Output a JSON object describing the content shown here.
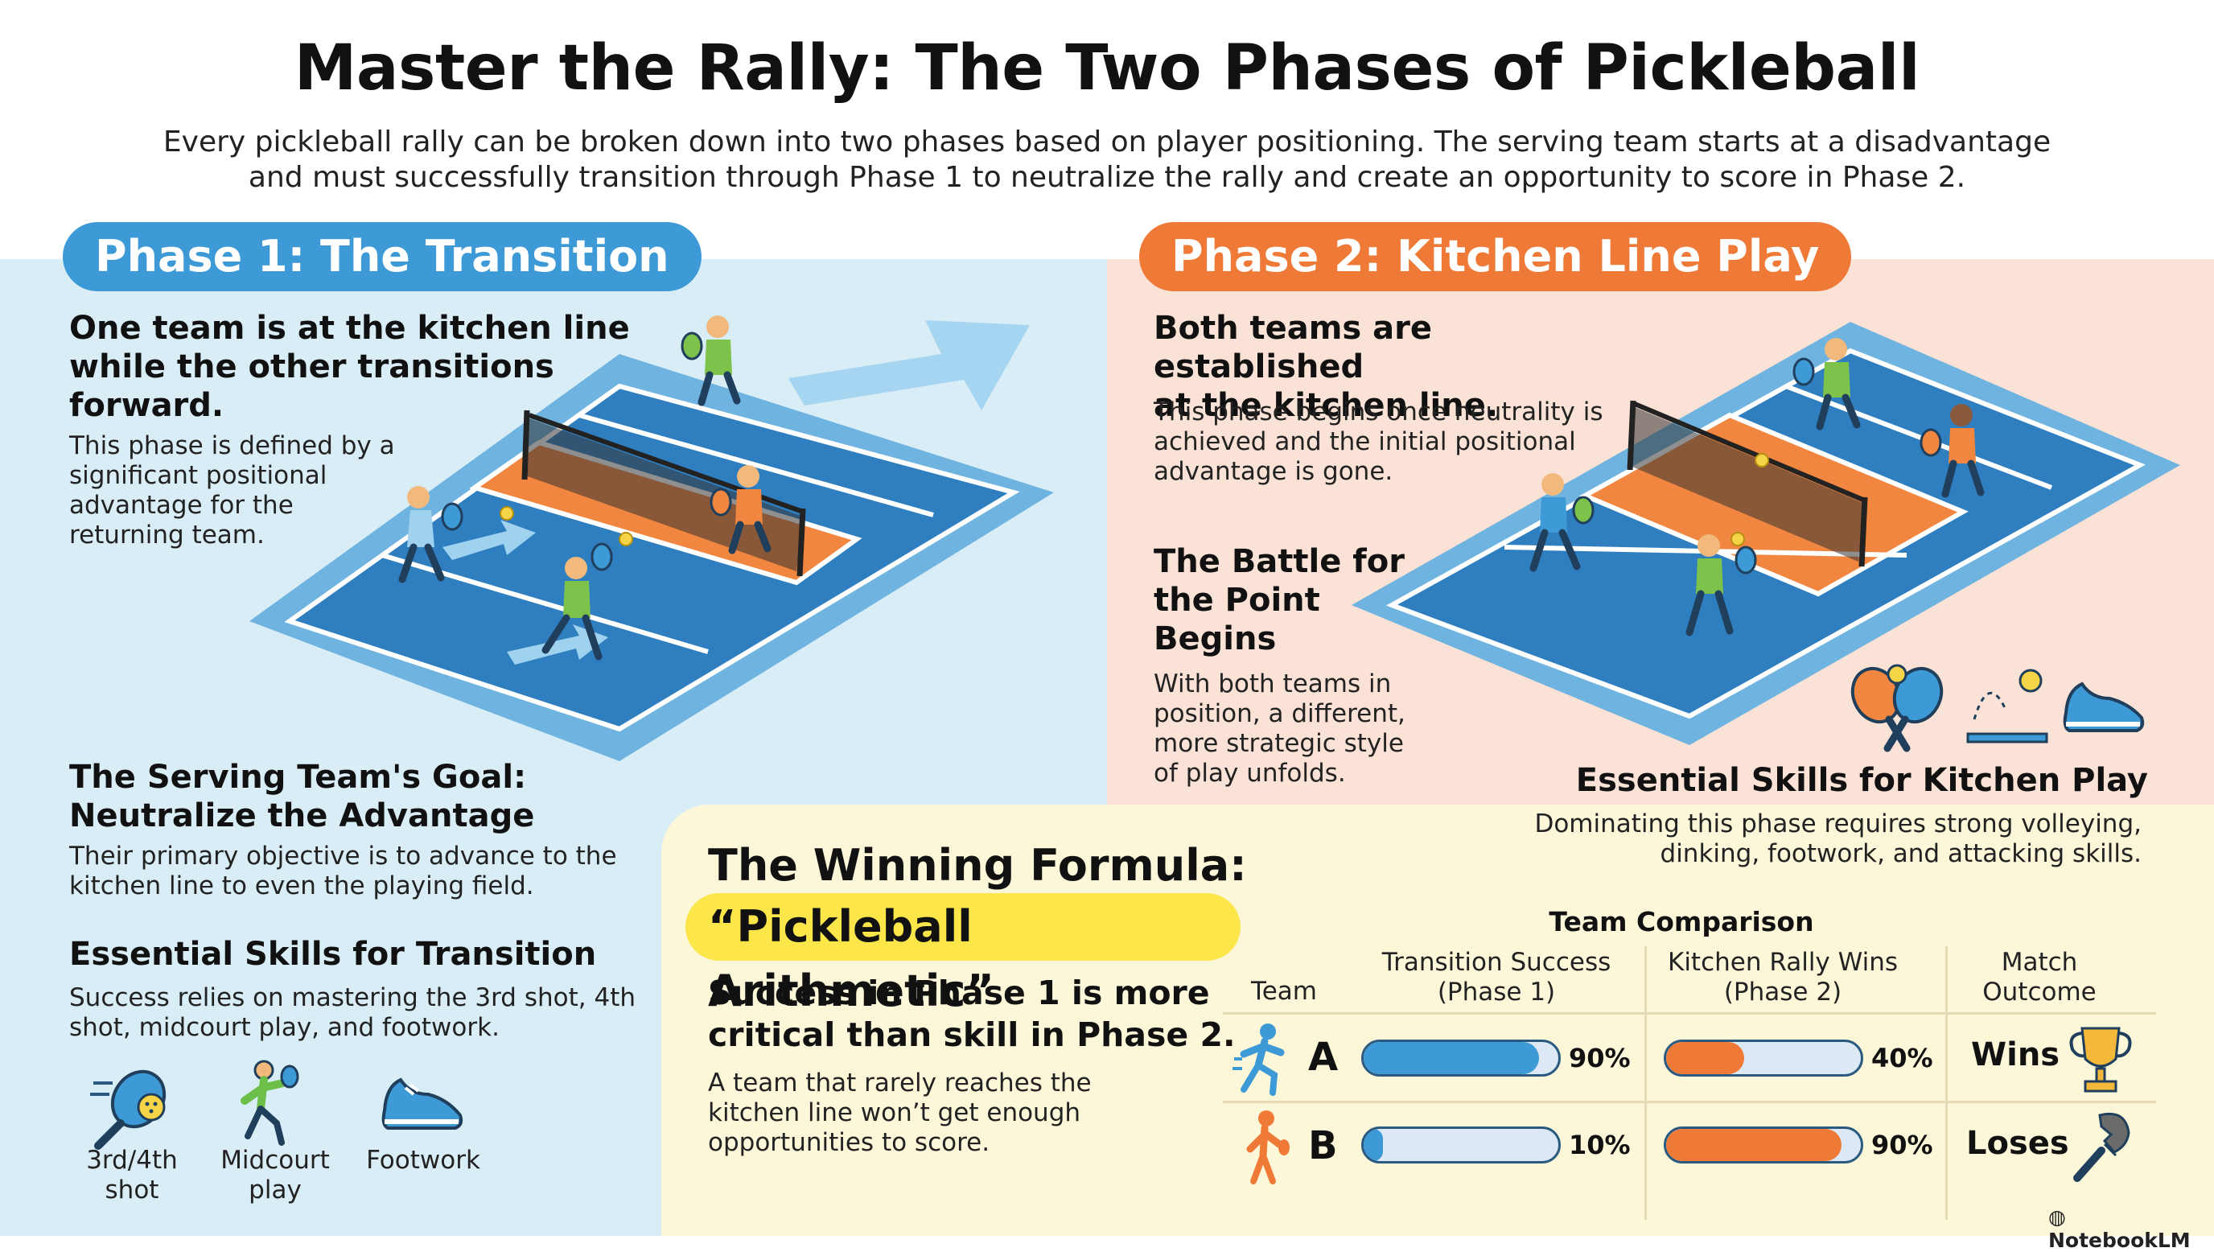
{
  "title": "Master the Rally: The Two Phases of Pickleball",
  "intro": {
    "line1": "Every pickleball rally can be broken down into two phases based on player positioning. The serving team starts at a disadvantage",
    "line2": "and must successfully transition through Phase 1 to neutralize the rally and create an opportunity to score in Phase 2."
  },
  "phase1": {
    "pill": "Phase 1: The Transition",
    "heading_lines": [
      "One team is at the kitchen line",
      "while the other transitions",
      "forward."
    ],
    "body_lines": [
      "This phase is defined by a",
      "significant positional",
      "advantage for the",
      "returning team."
    ],
    "goal_heading_lines": [
      "The Serving Team's Goal:",
      "Neutralize the Advantage"
    ],
    "goal_body_lines": [
      "Their primary objective is to advance to the",
      "kitchen line to even the playing field."
    ],
    "skills_heading": "Essential Skills for Transition",
    "skills_body_lines": [
      "Success relies on mastering the 3rd shot, 4th",
      "shot, midcourt play, and footwork."
    ],
    "icons": [
      {
        "icon": "paddle-ball-icon",
        "label_lines": [
          "3rd/4th",
          "shot"
        ]
      },
      {
        "icon": "midcourt-player-icon",
        "label_lines": [
          "Midcourt",
          "play"
        ]
      },
      {
        "icon": "shoe-icon",
        "label_lines": [
          "Footwork"
        ]
      }
    ]
  },
  "phase2": {
    "pill": "Phase 2: Kitchen Line Play",
    "heading_lines": [
      "Both teams are established",
      "at the kitchen line."
    ],
    "body_lines": [
      "This phase begins once neutrality is",
      "achieved and the initial positional",
      "advantage is gone."
    ],
    "battle_heading_lines": [
      "The Battle for",
      "the Point",
      "Begins"
    ],
    "battle_body_lines": [
      "With both teams in",
      "position, a different,",
      "more strategic style",
      "of play unfolds."
    ],
    "skills_heading": "Essential Skills for Kitchen Play",
    "skills_body_lines": [
      "Dominating this phase requires strong volleying,",
      "dinking, footwork, and attacking skills."
    ]
  },
  "formula": {
    "heading_line1": "The Winning Formula:",
    "highlight": "“Pickleball Arithmetic”",
    "claim_lines": [
      "Success in Phase 1 is more",
      "critical than skill in Phase 2."
    ],
    "body_lines": [
      "A team that rarely reaches the",
      "kitchen line won’t get enough",
      "opportunities to score."
    ]
  },
  "table": {
    "title": "Team Comparison",
    "col_team": "Team",
    "col_transition": [
      "Transition Success",
      "(Phase 1)"
    ],
    "col_kitchen": [
      "Kitchen Rally Wins",
      "(Phase 2)"
    ],
    "col_outcome": [
      "Match",
      "Outcome"
    ],
    "rows": [
      {
        "team": "A",
        "transition": 0.9,
        "transition_label": "90%",
        "kitchen": 0.4,
        "kitchen_label": "40%",
        "outcome": "Wins",
        "outcome_icon": "trophy-icon"
      },
      {
        "team": "B",
        "transition": 0.1,
        "transition_label": "10%",
        "kitchen": 0.9,
        "kitchen_label": "90%",
        "outcome": "Loses",
        "outcome_icon": "broken-paddle-icon"
      }
    ]
  },
  "colors": {
    "blue": "#3d9ad6",
    "orange": "#ef7a37",
    "yellow": "#fde64a",
    "court_blue": "#2f7fc0",
    "kitchen_orange": "#f0863f"
  },
  "brand": "NotebookLM"
}
